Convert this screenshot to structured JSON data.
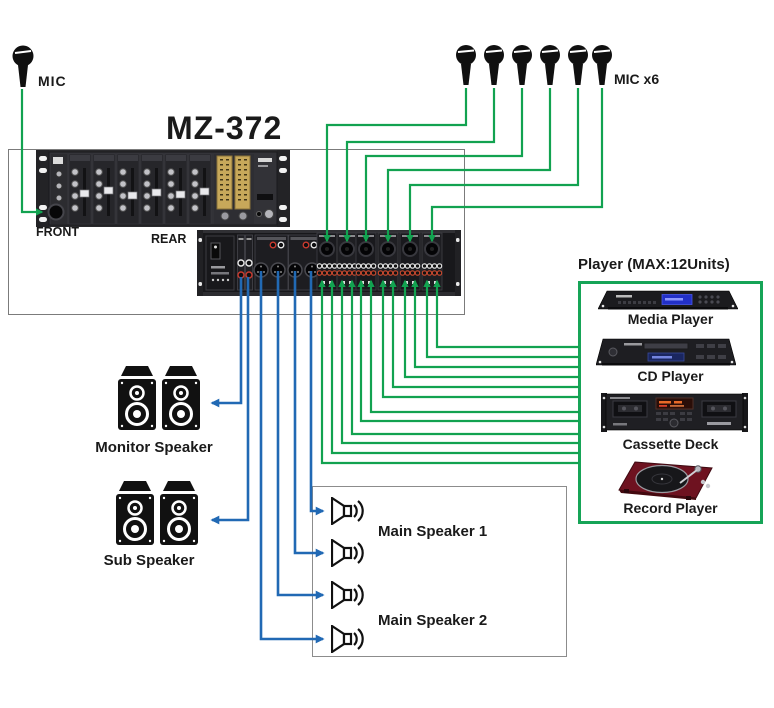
{
  "title": "MZ-372",
  "mic_single": {
    "label": "MIC"
  },
  "mic_group": {
    "label": "MIC x6",
    "count": 6
  },
  "mixer": {
    "front_label": "FRONT",
    "rear_label": "REAR"
  },
  "player_rack": {
    "title": "Player (MAX:12Units)",
    "devices": [
      {
        "name": "media-player",
        "label": "Media Player"
      },
      {
        "name": "cd-player",
        "label": "CD Player"
      },
      {
        "name": "cassette-deck",
        "label": "Cassette Deck"
      },
      {
        "name": "record-player",
        "label": "Record Player"
      }
    ]
  },
  "speakers": {
    "monitor": {
      "label": "Monitor Speaker"
    },
    "sub": {
      "label": "Sub Speaker"
    },
    "main1": {
      "label": "Main Speaker 1"
    },
    "main2": {
      "label": "Main Speaker 2"
    }
  },
  "colors": {
    "wire_green": "#12a250",
    "wire_blue": "#2169b4",
    "player_border": "#16a457"
  },
  "connections": [
    {
      "from": "mic",
      "to": "mixer-front-mic-input",
      "color": "green",
      "count": 1
    },
    {
      "from": "mic-group",
      "to": "mixer-rear-mic-inputs",
      "color": "green",
      "count": 6
    },
    {
      "from": "player-rack",
      "to": "mixer-rear-line-inputs",
      "color": "green",
      "count": 12
    },
    {
      "from": "mixer-rear-output",
      "to": "monitor-speaker",
      "color": "blue",
      "count": 1
    },
    {
      "from": "mixer-rear-output",
      "to": "sub-speaker",
      "color": "blue",
      "count": 1
    },
    {
      "from": "mixer-rear-outputs",
      "to": "main-speaker-1",
      "color": "blue",
      "count": 2
    },
    {
      "from": "mixer-rear-outputs",
      "to": "main-speaker-2",
      "color": "blue",
      "count": 2
    }
  ]
}
